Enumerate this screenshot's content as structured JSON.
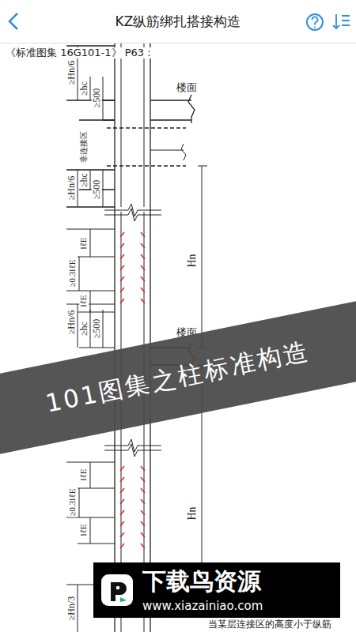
{
  "diagram": {
    "title": "KZ纵筋绑扎搭接构造",
    "nodes": [
      {
        "text": [
          "101图集之柱标准构造"
        ]
      },
      {
        "text": [
          "下载鸟资源",
          "www.xiazainiao.com"
        ]
      }
    ],
    "labels": [
      "《标准图集 16G101-1》 P63：",
      "≥Hn/6",
      "≥hc",
      "≥500",
      "楼面",
      "非连接区",
      "≥Hn/6",
      "≥hc",
      "≥500",
      "lℓE",
      "≥0.3lℓE",
      "lℓE",
      "Hn",
      "≥Hn/6",
      "≥hc",
      "≥500",
      "楼面",
      "lℓE",
      "≥0.3lℓE",
      "lℓE",
      "Hn",
      "≥Hn/3",
      "当某层连接区的高度小于纵筋"
    ]
  }
}
